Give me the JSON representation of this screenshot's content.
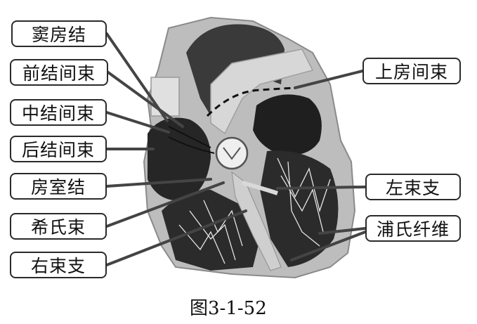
{
  "labels": {
    "sinoatrial_node": "窦房结",
    "anterior_internodal": "前结间束",
    "middle_internodal": "中结间束",
    "posterior_internodal": "后结间束",
    "av_node": "房室结",
    "bundle_of_his": "希氏束",
    "right_bundle_branch": "右束支",
    "interatrial_bundle": "上房间束",
    "left_bundle_branch": "左束支",
    "purkinje_fibers": "浦氏纤维"
  },
  "caption": "图3-1-52"
}
